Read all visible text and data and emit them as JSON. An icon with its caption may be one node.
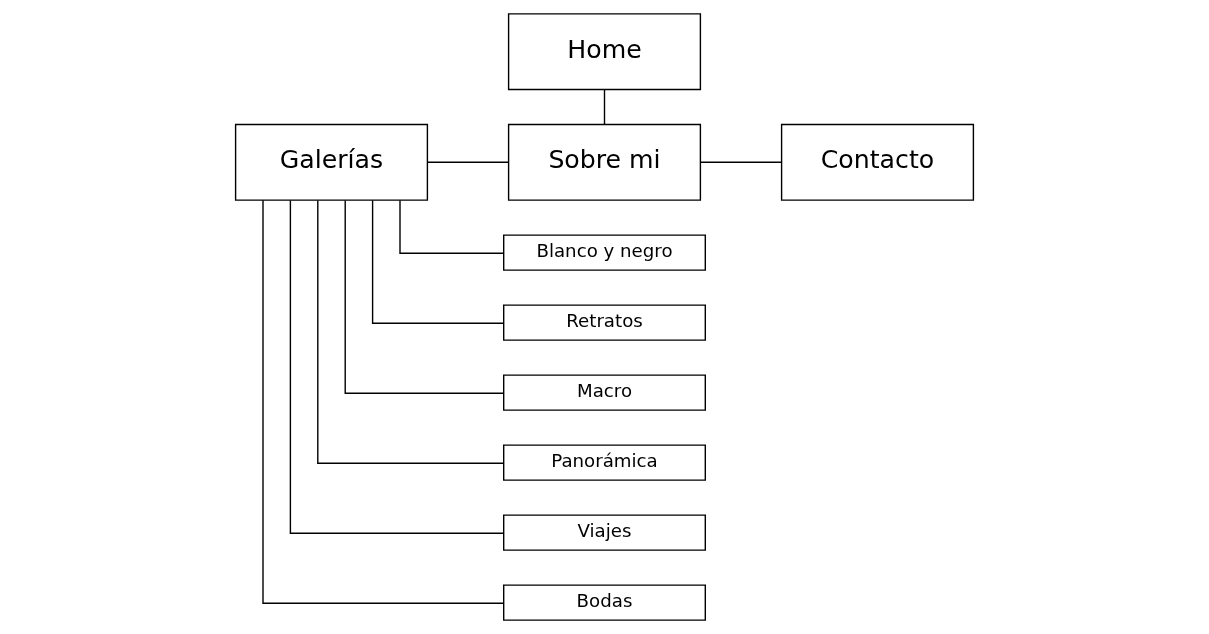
{
  "diagram": {
    "nodes": [
      {
        "text": [
          "Home"
        ]
      },
      {
        "text": [
          "Galerías"
        ]
      },
      {
        "text": [
          "Sobre mi"
        ]
      },
      {
        "text": [
          "Contacto"
        ]
      },
      {
        "text": [
          "Blanco y negro"
        ]
      },
      {
        "text": [
          "Retratos"
        ]
      },
      {
        "text": [
          "Macro"
        ]
      },
      {
        "text": [
          "Panorámica"
        ]
      },
      {
        "text": [
          "Viajes"
        ]
      },
      {
        "text": [
          "Bodas"
        ]
      }
    ],
    "edges": [
      {
        "from": 0,
        "to": 2,
        "arrow": "none"
      },
      {
        "from": 1,
        "to": 2,
        "arrow": "none"
      },
      {
        "from": 2,
        "to": 3,
        "arrow": "none"
      },
      {
        "from": 1,
        "to": 4,
        "arrow": "none"
      },
      {
        "from": 1,
        "to": 5,
        "arrow": "none"
      },
      {
        "from": 1,
        "to": 6,
        "arrow": "none"
      },
      {
        "from": 1,
        "to": 7,
        "arrow": "none"
      },
      {
        "from": 1,
        "to": 8,
        "arrow": "none"
      },
      {
        "from": 1,
        "to": 9,
        "arrow": "none"
      }
    ]
  }
}
